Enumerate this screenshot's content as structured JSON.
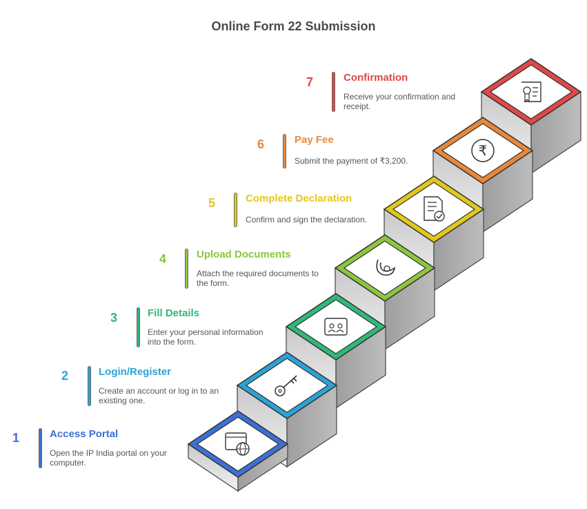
{
  "title": "Online Form 22 Submission",
  "steps": [
    {
      "num": "1",
      "title": "Access Portal",
      "desc": "Open the IP India portal on your computer.",
      "color": "#3d6fd6",
      "icon": "browser-globe-icon"
    },
    {
      "num": "2",
      "title": "Login/Register",
      "desc": "Create an account or log in to an existing one.",
      "color": "#2ba3d6",
      "icon": "key-icon"
    },
    {
      "num": "3",
      "title": "Fill Details",
      "desc": "Enter your personal information into the form.",
      "color": "#2fb87a",
      "icon": "user-info-icon"
    },
    {
      "num": "4",
      "title": "Upload Documents",
      "desc": "Attach the required documents to the form.",
      "color": "#8cc63f",
      "icon": "attachment-icon"
    },
    {
      "num": "5",
      "title": "Complete Declaration",
      "desc": "Confirm and sign the declaration.",
      "color": "#e3c81c",
      "icon": "document-check-icon"
    },
    {
      "num": "6",
      "title": "Pay Fee",
      "desc": "Submit the payment of ₹3,200.",
      "color": "#e8883a",
      "icon": "rupee-icon"
    },
    {
      "num": "7",
      "title": "Confirmation",
      "desc": "Receive your confirmation and receipt.",
      "color": "#e04848",
      "icon": "certificate-icon"
    }
  ]
}
